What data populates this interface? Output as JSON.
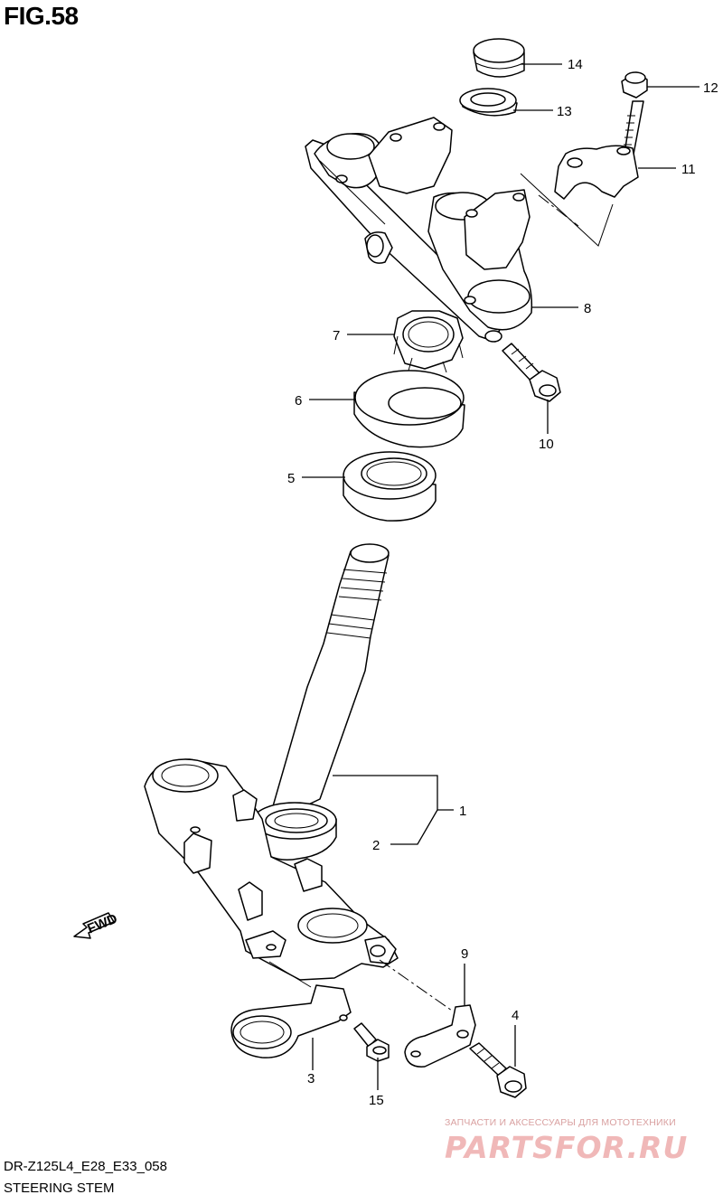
{
  "header": {
    "figure_label": "FIG.58"
  },
  "footer": {
    "model_code": "DR-Z125L4_E28_E33_058",
    "section_title": "STEERING STEM"
  },
  "callouts": {
    "c1": "1",
    "c2": "2",
    "c3": "3",
    "c4": "4",
    "c5": "5",
    "c6": "6",
    "c7": "7",
    "c8": "8",
    "c9": "9",
    "c10": "10",
    "c11": "11",
    "c12": "12",
    "c13": "13",
    "c14": "14",
    "c15": "15"
  },
  "direction_marker": {
    "label": "FWD",
    "icon": "fwd-arrow-icon"
  },
  "watermark": {
    "tagline": "ЗАПЧАСТИ И АКСЕССУАРЫ ДЛЯ МОТОТЕХНИКИ",
    "logo_text": "PARTSFOR.RU"
  },
  "colors": {
    "line": "#000000",
    "background": "#ffffff",
    "watermark": "#f0b8b8"
  }
}
